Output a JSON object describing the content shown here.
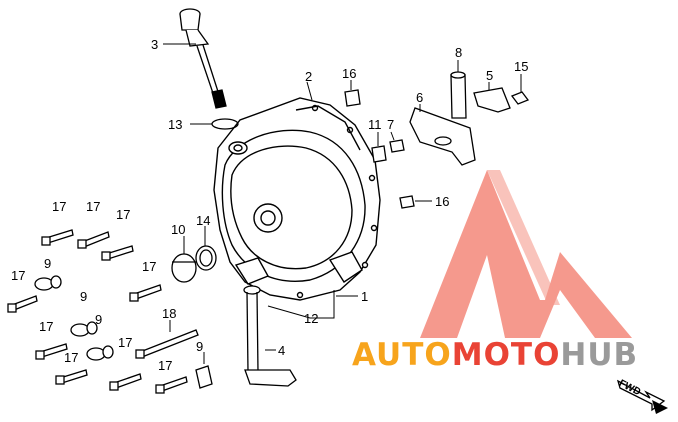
{
  "diagram": {
    "callouts": {
      "c1": "1",
      "c2": "2",
      "c3": "3",
      "c4": "4",
      "c5": "5",
      "c6": "6",
      "c7": "7",
      "c8": "8",
      "c9a": "9",
      "c9b": "9",
      "c9c": "9",
      "c9d": "9",
      "c10": "10",
      "c11": "11",
      "c12": "12",
      "c13": "13",
      "c14": "14",
      "c15": "15",
      "c16a": "16",
      "c16b": "16",
      "c17a": "17",
      "c17b": "17",
      "c17c": "17",
      "c17d": "17",
      "c17e": "17",
      "c17f": "17",
      "c17g": "17",
      "c17h": "17",
      "c17i": "17",
      "c18": "18"
    },
    "direction_label": "FWD"
  },
  "watermark": {
    "part1": "AUTO",
    "part2": "MOTO",
    "part3": "HUB",
    "colors": {
      "auto": "#f7a41c",
      "moto": "#e94335",
      "hub": "#9a9a9a",
      "logo": "#f4887a"
    }
  }
}
